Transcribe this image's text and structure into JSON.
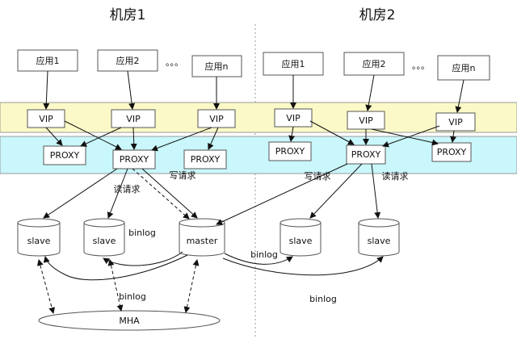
{
  "rooms": {
    "room1": "机房1",
    "room2": "机房2"
  },
  "apps": {
    "room1": [
      "应用1",
      "应用2",
      "应用n"
    ],
    "room2": [
      "应用1",
      "应用2",
      "应用n"
    ],
    "ellipsis": "。。。"
  },
  "vip_label": "VIP",
  "proxy_label": "PROXY",
  "db": {
    "slave": "slave",
    "master": "master"
  },
  "mha_label": "MHA",
  "notes": {
    "read_req": "读请求",
    "write_req": "写请求",
    "binlog": "binlog"
  },
  "colors": {
    "vip_band": "#fbf9c7",
    "proxy_band": "#c9f7fb",
    "band_border": "#9a9a9a"
  }
}
